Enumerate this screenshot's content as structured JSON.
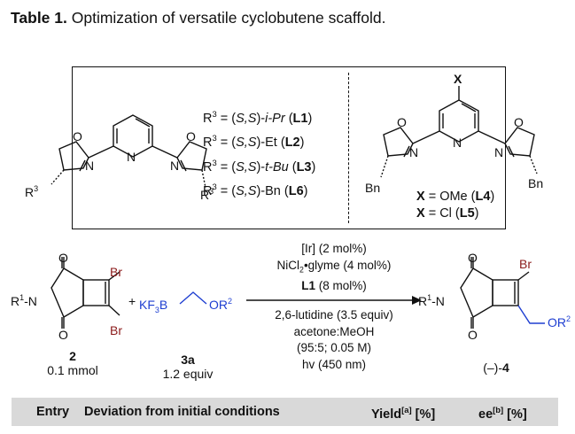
{
  "caption": {
    "label": "Table 1.",
    "text": " Optimization of versatile cyclobutene scaffold."
  },
  "ligands": {
    "left_labels": {
      "r3_left": "R3",
      "r3_right": "R3"
    },
    "r_list": [
      {
        "prefix": "R3 = (",
        "s1": "S,S",
        "mid": ")-",
        "sub": "i-Pr",
        "open": " (",
        "code": "L1",
        "close": ")"
      },
      {
        "prefix": "R3 = (",
        "s1": "S,S",
        "mid": ")-",
        "sub": "Et",
        "open": " (",
        "code": "L2",
        "close": ")"
      },
      {
        "prefix": "R3 = (",
        "s1": "S,S",
        "mid": ")-",
        "sub": "t-Bu",
        "open": " (",
        "code": "L3",
        "close": ")"
      },
      {
        "prefix": "R3 = (",
        "s1": "S,S",
        "mid": ")-",
        "sub": "Bn",
        "open": " (",
        "code": "L6",
        "close": ")"
      }
    ],
    "right": {
      "x_top": "X",
      "bn_left": "Bn",
      "bn_right": "Bn",
      "x1": {
        "x": "X",
        "eq": " = OMe (",
        "code": "L4",
        "close": ")"
      },
      "x2": {
        "x": "X",
        "eq": " = Cl (",
        "code": "L5",
        "close": ")"
      }
    }
  },
  "atoms": {
    "O": "O",
    "N": "N",
    "Br": "Br",
    "R1N": "R1-N",
    "KF3B": "KF3B",
    "OR2": "OR2",
    "plus": "+"
  },
  "reaction": {
    "conditions_above": [
      "[Ir] (2 mol%)",
      "NiCl2•glyme (4 mol%)",
      "L1 (8 mol%)"
    ],
    "conditions_below": [
      "2,6-lutidine (3.5 equiv)",
      "acetone:MeOH",
      "(95:5; 0.05 M)",
      "hv (450 nm)"
    ],
    "cmp2": {
      "num": "2",
      "amount": "0.1 mmol"
    },
    "cmp3a": {
      "num": "3a",
      "amount": "1.2 equiv"
    },
    "product": {
      "prefix": "(–)-",
      "num": "4"
    }
  },
  "table_header": {
    "entry": "Entry",
    "deviation": "Deviation from initial conditions",
    "yield": "Yield",
    "yield_sup": "[a]",
    "yield_unit": " [%]",
    "ee": "ee",
    "ee_sup": "[b]",
    "ee_unit": " [%]"
  },
  "colors": {
    "bromine": "#8b1a1a",
    "boron_reagent": "#1f3fd1",
    "text": "#111111",
    "header_bg": "#d9d9d9"
  }
}
